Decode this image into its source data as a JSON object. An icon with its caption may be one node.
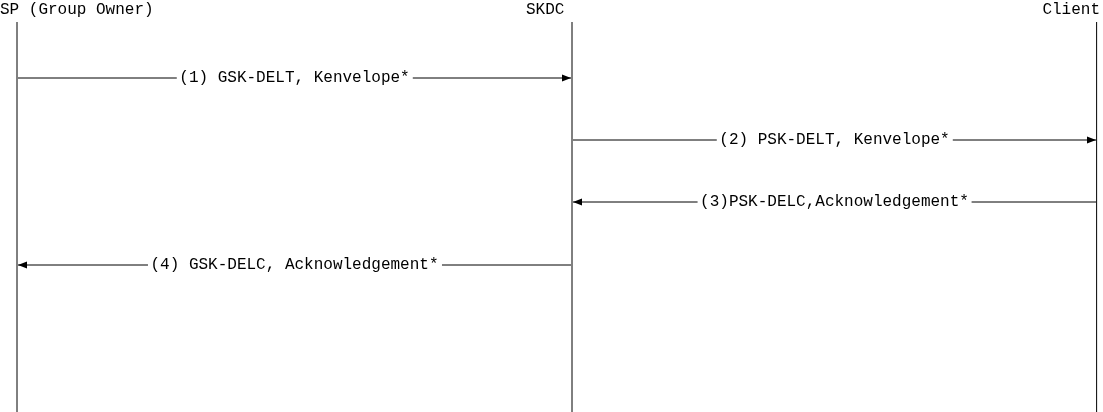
{
  "diagram": {
    "nodes": [
      {
        "text": [
          "SP (Group Owner)"
        ]
      },
      {
        "text": [
          "SKDC"
        ]
      },
      {
        "text": [
          "Client"
        ]
      }
    ],
    "edges": [
      {
        "from": 0,
        "to": 1,
        "arrow": "to",
        "label": "(1) GSK-DELT, Kenvelope*"
      },
      {
        "from": 1,
        "to": 2,
        "arrow": "to",
        "label": "(2) PSK-DELT, Kenvelope*"
      },
      {
        "from": 2,
        "to": 1,
        "arrow": "to",
        "label": "(3)PSK-DELC,Acknowledgement*"
      },
      {
        "from": 1,
        "to": 0,
        "arrow": "to",
        "label": "(4) GSK-DELC, Acknowledgement*"
      }
    ]
  }
}
